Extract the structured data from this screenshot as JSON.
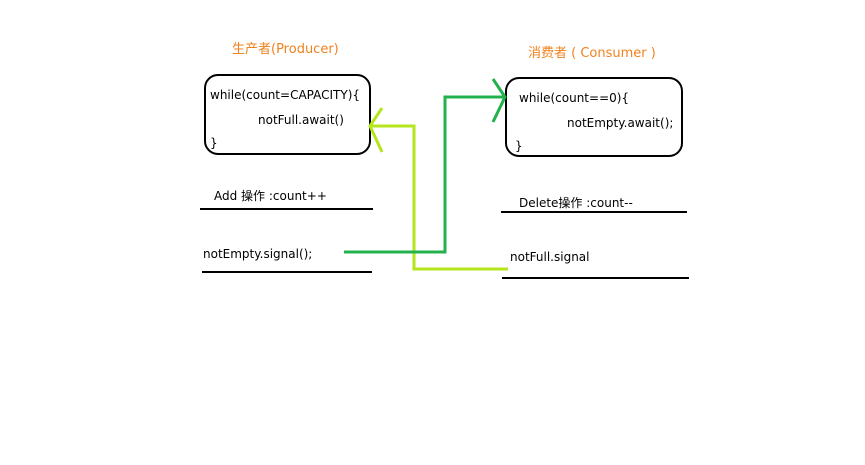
{
  "colors": {
    "title": "#f0821e",
    "arrow_green": "#22b14c",
    "arrow_lime": "#b5e61d",
    "line": "#000000"
  },
  "producer": {
    "title": "生产者(Producer)",
    "code": [
      "while(count=CAPACITY){",
      "notFull.await()",
      "}"
    ],
    "op": "Add 操作 :count++",
    "signal": "notEmpty.signal();"
  },
  "consumer": {
    "title": "消费者 ( Consumer )",
    "code": [
      "while(count==0){",
      "notEmpty.await();",
      "}"
    ],
    "op": "Delete操作  :count--",
    "signal": "notFull.signal"
  }
}
